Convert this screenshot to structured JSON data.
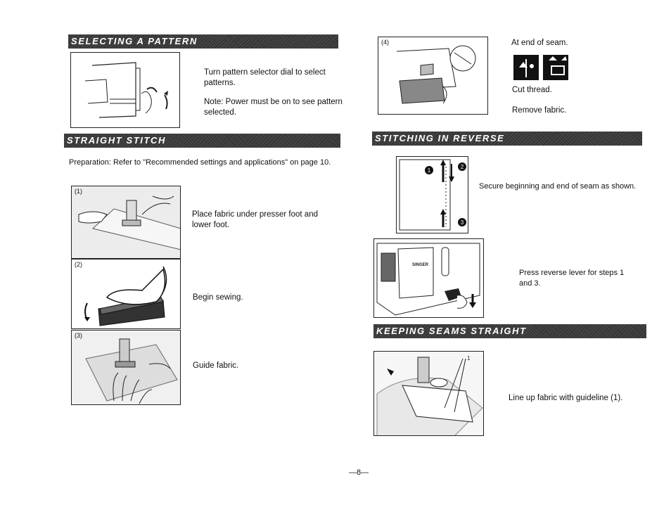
{
  "left": {
    "selecting_pattern": {
      "heading": "SELECTING A PATTERN",
      "instruction": "Turn pattern selector dial to select patterns.",
      "note": "Note: Power must be on to see pattern selected."
    },
    "straight_stitch": {
      "heading": "STRAIGHT STITCH",
      "preparation": "Preparation: Refer to \"Recommended settings and applications\" on page 10.",
      "steps": [
        {
          "num": "(1)",
          "text": "Place fabric under presser foot and lower foot."
        },
        {
          "num": "(2)",
          "text": "Begin sewing."
        },
        {
          "num": "(3)",
          "text": "Guide fabric."
        }
      ]
    }
  },
  "right": {
    "end_of_seam": {
      "num": "(4)",
      "title": "At end of seam.",
      "cut": "Cut thread.",
      "remove": "Remove fabric."
    },
    "reverse": {
      "heading": "STITCHING IN REVERSE",
      "markers": [
        "1",
        "2",
        "3"
      ],
      "secure": "Secure beginning and end of seam as shown.",
      "brand": "SINGER",
      "press": "Press reverse lever for steps 1 and 3."
    },
    "keeping_straight": {
      "heading": "KEEPING SEAMS STRAIGHT",
      "callout": "1",
      "line_up": "Line up fabric with guideline (1)."
    }
  },
  "footer": {
    "page_number": "—8—"
  }
}
